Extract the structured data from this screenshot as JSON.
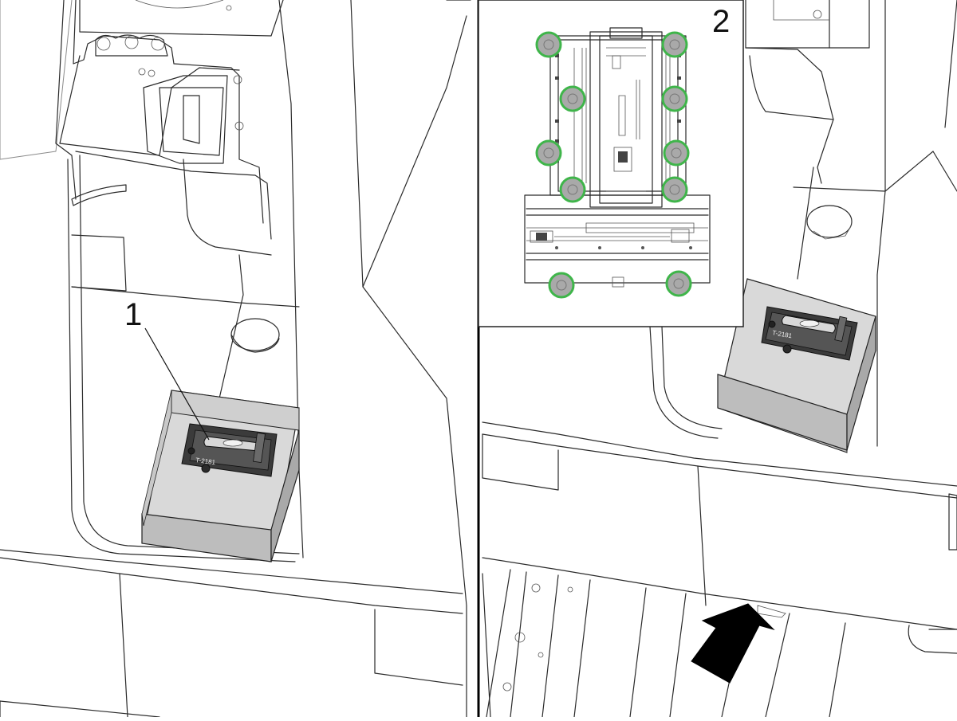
{
  "callouts": {
    "left": "1",
    "right": "2"
  },
  "tool": {
    "label_left": "T-2181",
    "label_right": "T-2181"
  },
  "colors": {
    "leveling_pad_ring": "#3fb54a",
    "leveling_pad_fill": "#a9a9a9",
    "block_fill": "#c8c8c8",
    "arrow": "#000000"
  },
  "icons": {
    "direction": "arrow-up-right-icon",
    "level": "bubble-level-icon"
  }
}
